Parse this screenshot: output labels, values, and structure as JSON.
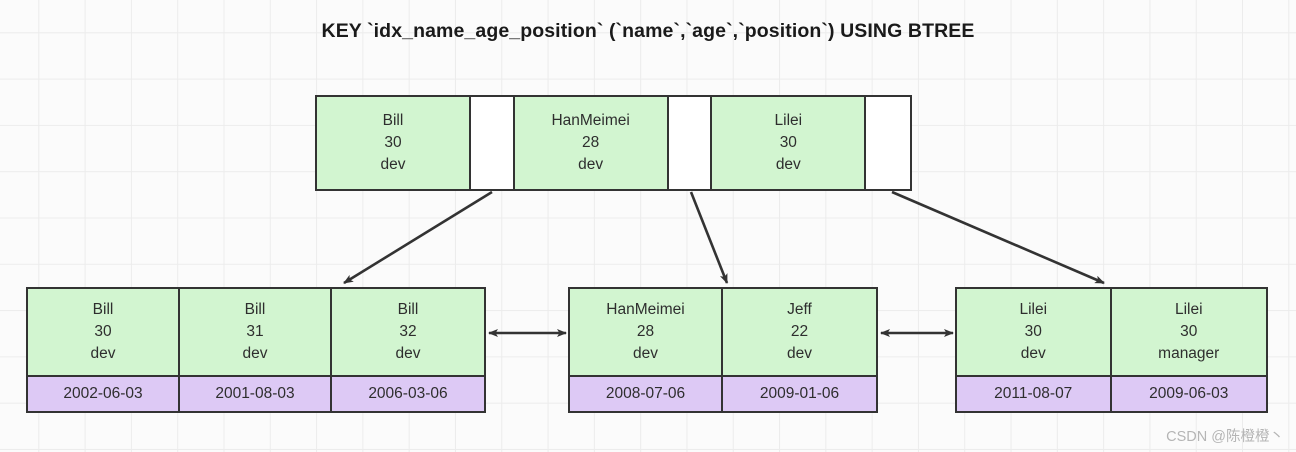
{
  "diagram": {
    "title": "KEY `idx_name_age_position` (`name`,`age`,`position`) USING BTREE",
    "colors": {
      "key_cell": "#d2f5d0",
      "value_cell": "#ddc9f5",
      "pointer_cell": "#ffffff",
      "border": "#333333",
      "background": "#fbfbfb",
      "grid_line": "#ececec",
      "text": "#2e2e2e",
      "watermark": "#b5b5b5"
    },
    "root": {
      "label": "root-node",
      "entries": [
        {
          "name": "Bill",
          "age": "30",
          "position": "dev"
        },
        {
          "name": "HanMeimei",
          "age": "28",
          "position": "dev"
        },
        {
          "name": "Lilei",
          "age": "30",
          "position": "dev"
        }
      ],
      "pointers": [
        "pointer-1",
        "pointer-2",
        "pointer-3"
      ]
    },
    "leaves": [
      {
        "label": "leaf-node-1",
        "entries": [
          {
            "name": "Bill",
            "age": "30",
            "position": "dev",
            "value": "2002-06-03"
          },
          {
            "name": "Bill",
            "age": "31",
            "position": "dev",
            "value": "2001-08-03"
          },
          {
            "name": "Bill",
            "age": "32",
            "position": "dev",
            "value": "2006-03-06"
          }
        ]
      },
      {
        "label": "leaf-node-2",
        "entries": [
          {
            "name": "HanMeimei",
            "age": "28",
            "position": "dev",
            "value": "2008-07-06"
          },
          {
            "name": "Jeff",
            "age": "22",
            "position": "dev",
            "value": "2009-01-06"
          }
        ]
      },
      {
        "label": "leaf-node-3",
        "entries": [
          {
            "name": "Lilei",
            "age": "30",
            "position": "dev",
            "value": "2011-08-07"
          },
          {
            "name": "Lilei",
            "age": "30",
            "position": "manager",
            "value": "2009-06-03"
          }
        ]
      }
    ],
    "connectors": [
      {
        "name": "root-to-leaf-1",
        "type": "arrow"
      },
      {
        "name": "root-to-leaf-2",
        "type": "arrow"
      },
      {
        "name": "root-to-leaf-3",
        "type": "arrow"
      },
      {
        "name": "leaf-1-to-leaf-2",
        "type": "double-arrow"
      },
      {
        "name": "leaf-2-to-leaf-3",
        "type": "double-arrow"
      }
    ]
  },
  "watermark": {
    "text": "CSDN @陈橙橙丶"
  }
}
